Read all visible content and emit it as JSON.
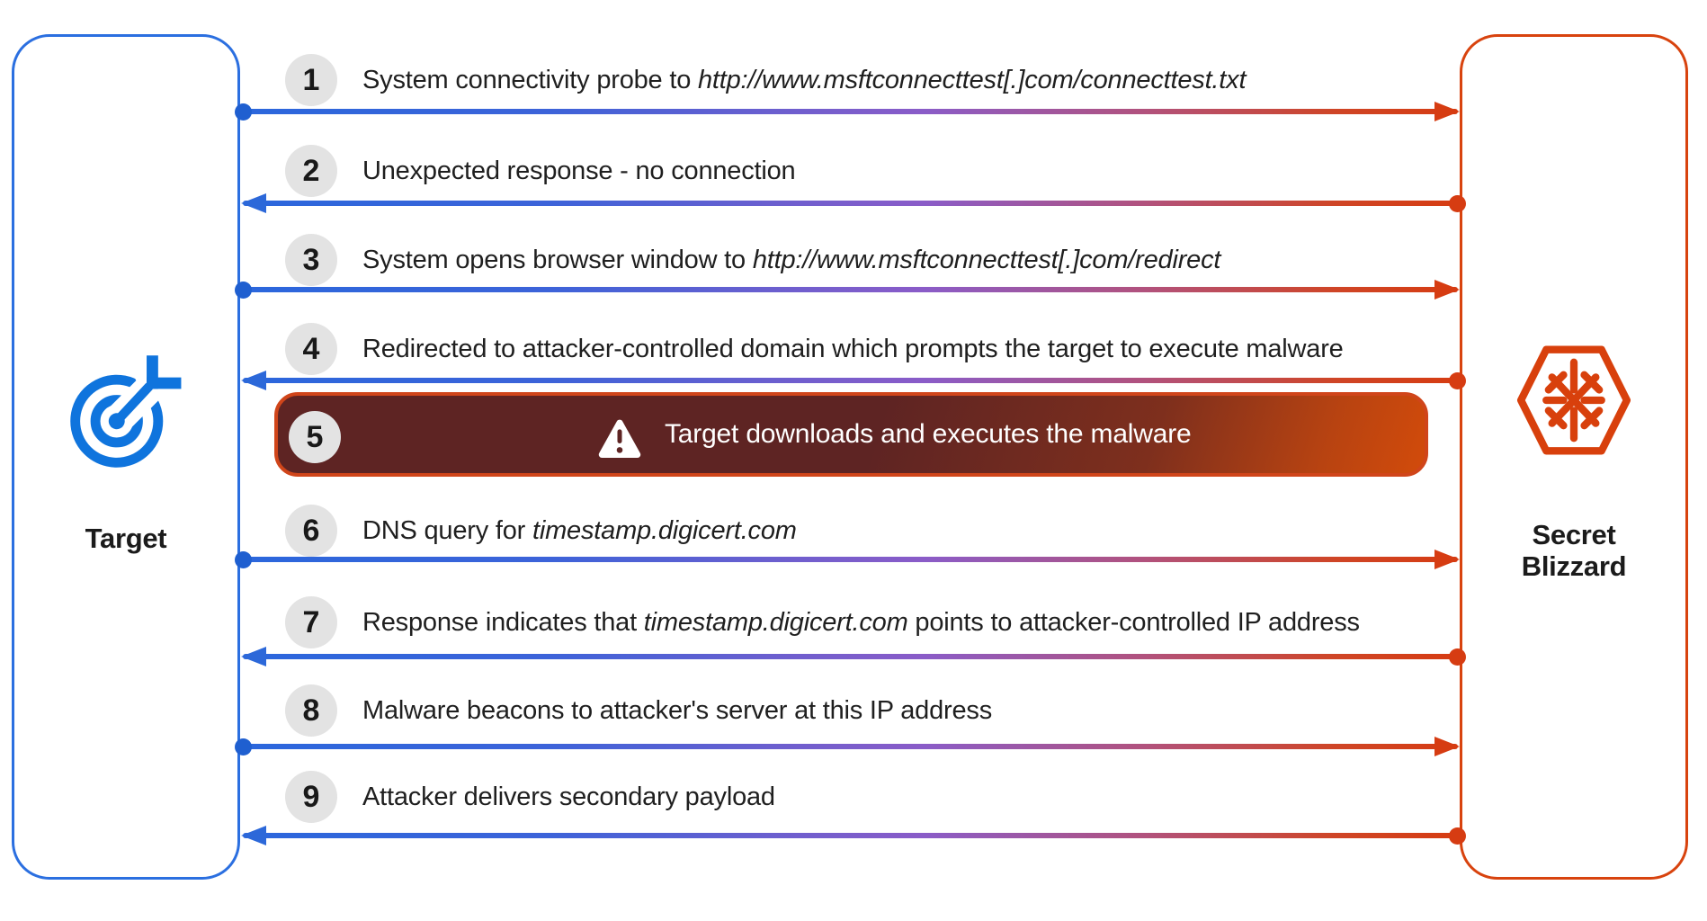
{
  "diagram": {
    "background": "#ffffff",
    "actors": {
      "left": {
        "label": "Target",
        "icon": "target-bullseye-icon",
        "accent": "#2b6fe0"
      },
      "right": {
        "label_line1": "Secret",
        "label_line2": "Blizzard",
        "icon": "snowflake-hexagon-icon",
        "accent": "#d8430e"
      }
    },
    "steps": [
      {
        "num": "1",
        "from": "target",
        "parts": [
          {
            "text": "System connectivity probe to "
          },
          {
            "text": "http://www.msftconnecttest[.]com/connecttest.txt",
            "italic": true
          }
        ]
      },
      {
        "num": "2",
        "from": "attacker",
        "parts": [
          {
            "text": "Unexpected response - no connection"
          }
        ]
      },
      {
        "num": "3",
        "from": "target",
        "parts": [
          {
            "text": "System opens browser window to "
          },
          {
            "text": "http://www.msftconnecttest[.]com/redirect",
            "italic": true
          }
        ]
      },
      {
        "num": "4",
        "from": "attacker",
        "parts": [
          {
            "text": "Redirected to attacker-controlled domain which prompts the target to execute malware"
          }
        ]
      },
      {
        "num": "5",
        "highlight": true,
        "icon": "warning-icon",
        "parts": [
          {
            "text": "Target downloads and executes the malware"
          }
        ]
      },
      {
        "num": "6",
        "from": "target",
        "parts": [
          {
            "text": "DNS query for "
          },
          {
            "text": "timestamp.digicert.com",
            "italic": true
          }
        ]
      },
      {
        "num": "7",
        "from": "attacker",
        "parts": [
          {
            "text": "Response indicates that "
          },
          {
            "text": "timestamp.digicert.com",
            "italic": true
          },
          {
            "text": " points to attacker-controlled IP address"
          }
        ]
      },
      {
        "num": "8",
        "from": "target",
        "parts": [
          {
            "text": "Malware beacons to attacker's server at this IP address"
          }
        ]
      },
      {
        "num": "9",
        "from": "attacker",
        "parts": [
          {
            "text": "Attacker delivers secondary payload"
          }
        ]
      }
    ],
    "colors": {
      "arrow_blue": "#2b67dc",
      "arrow_purple": "#8a5cc8",
      "arrow_red": "#d63c12",
      "number_circle_bg": "#e3e3e3",
      "banner_bg_dark": "#5e2423",
      "banner_bg_orange": "#d24b0b",
      "banner_border": "#d0451a",
      "banner_text": "#ffffff",
      "step_text": "#1f1f1f"
    }
  }
}
